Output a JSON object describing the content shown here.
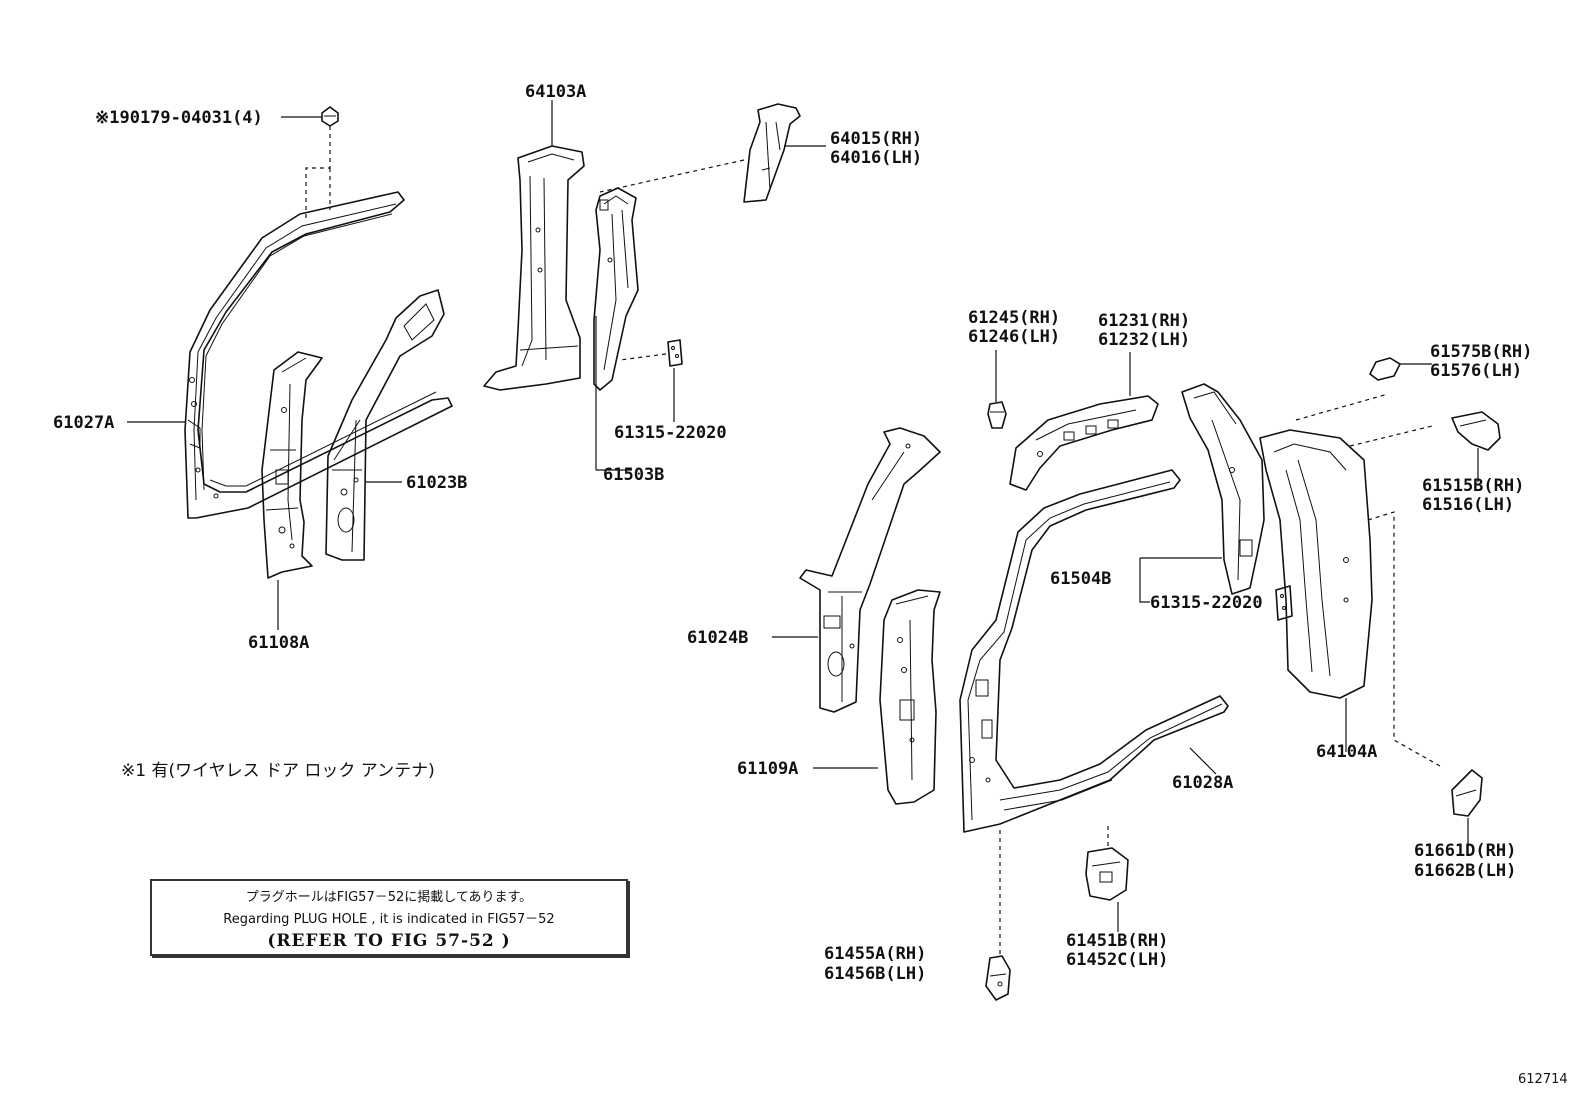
{
  "labels": {
    "clip": "※190179-04031(4)",
    "p64103A": "64103A",
    "p64015": "64015(RH)",
    "p64016": "64016(LH)",
    "p61027A": "61027A",
    "p61023B": "61023B",
    "p61108A": "61108A",
    "p61315a": "61315-22020",
    "p61503B": "61503B",
    "p61245": "61245(RH)",
    "p61246": "61246(LH)",
    "p61231": "61231(RH)",
    "p61232": "61232(LH)",
    "p61575B": "61575B(RH)",
    "p61576": "61576(LH)",
    "p61515B": "61515B(RH)",
    "p61516": "61516(LH)",
    "p61024B": "61024B",
    "p61504B": "61504B",
    "p61315b": "61315-22020",
    "p61109A": "61109A",
    "p61028A": "61028A",
    "p64104A": "64104A",
    "p61661D": "61661D(RH)",
    "p61662B": "61662B(LH)",
    "p61455A": "61455A(RH)",
    "p61456B": "61456B(LH)",
    "p61451B": "61451B(RH)",
    "p61452C": "61452C(LH)"
  },
  "notes": {
    "antenna": "※1 有(ワイヤレス ドア ロック アンテナ)",
    "plug_hole_jp": "プラグホールはFIG57－52に掲載してあります。",
    "plug_hole_en": "Regarding  PLUG HOLE , it is  indicated  in  FIG57－52",
    "refer": "(REFER TO FIG   57-52  )"
  },
  "figure_id": "612714"
}
